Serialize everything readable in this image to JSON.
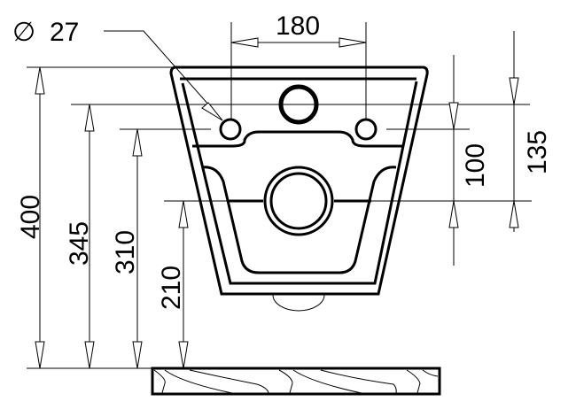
{
  "dimensions": {
    "hole_diameter": "27",
    "diameter_symbol": "∅",
    "hole_spacing": "180",
    "height_top": "400",
    "height_holes_upper": "345",
    "height_holes_lower": "310",
    "height_drain": "210",
    "gap_holes_drain": "100",
    "gap_upper_drain": "135"
  },
  "colors": {
    "line": "#000000",
    "background": "#ffffff"
  }
}
